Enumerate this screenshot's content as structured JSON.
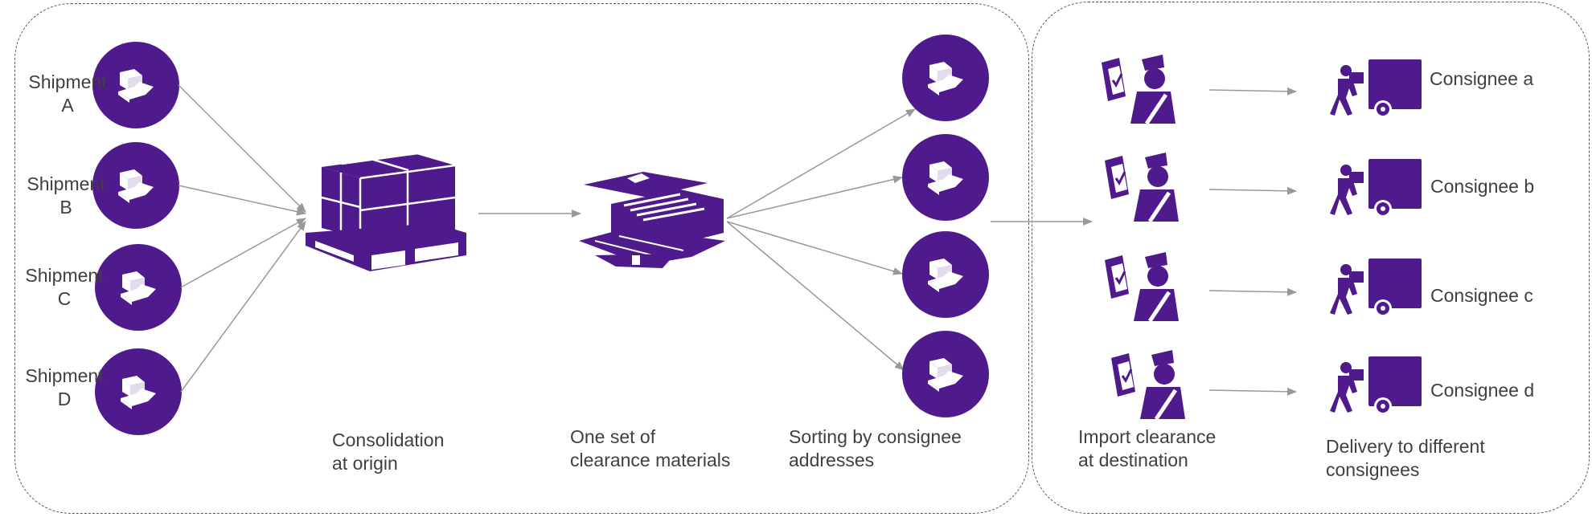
{
  "colors": {
    "accent": "#4e1a8c",
    "line": "#999999",
    "text": "#404040",
    "border": "#555555"
  },
  "shipments": [
    {
      "line1": "Shipment",
      "line2": "A"
    },
    {
      "line1": "Shipment",
      "line2": "B"
    },
    {
      "line1": "Shipment",
      "line2": "C"
    },
    {
      "line1": "Shipment",
      "line2": "D"
    }
  ],
  "consignees": [
    "Consignee a",
    "Consignee b",
    "Consignee c",
    "Consignee d"
  ],
  "steps": {
    "consolidation": {
      "line1": "Consolidation",
      "line2": "at origin"
    },
    "clearance_materials": {
      "line1": "One set of",
      "line2": "clearance materials"
    },
    "sorting": {
      "line1": "Sorting by consignee",
      "line2": "addresses"
    },
    "import_clearance": {
      "line1": "Import clearance",
      "line2": "at destination"
    },
    "delivery": {
      "line1": "Delivery to different",
      "line2": "consignees"
    }
  },
  "icons": {
    "shipment": "parcel-icon",
    "pallet": "pallet-icon",
    "warehouse": "warehouse-icon",
    "customs": "customs-officer-icon",
    "delivery": "delivery-truck-icon"
  }
}
